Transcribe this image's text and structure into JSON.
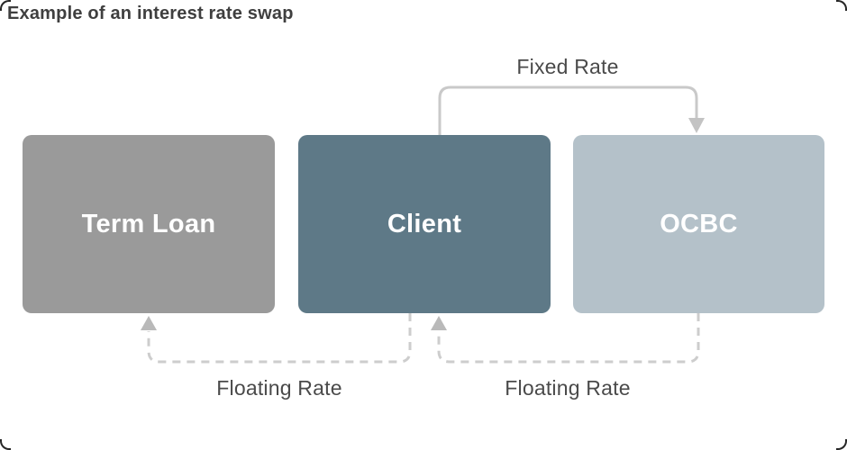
{
  "title": "Example of an interest rate swap",
  "colors": {
    "background": "#ffffff",
    "title_text": "#3f3f3f",
    "box_label_text": "#ffffff",
    "arrow_label_text": "#4a4a4a",
    "solid_arrow_line": "#c9c9c9",
    "dashed_arrow_line": "#cdcdcd",
    "arrowhead": "#bcbcbc",
    "term_loan_box_fill": "#9a9a9a",
    "client_box_fill": "#5e7987",
    "ocbc_box_fill": "#b4c1c9"
  },
  "diagram": {
    "boxes": [
      {
        "id": "term-loan",
        "label": "Term Loan",
        "fill": "#9a9a9a"
      },
      {
        "id": "client",
        "label": "Client",
        "fill": "#5e7987"
      },
      {
        "id": "ocbc",
        "label": "OCBC",
        "fill": "#b4c1c9"
      }
    ],
    "arrows": [
      {
        "id": "fixed-rate",
        "label": "Fixed Rate",
        "from": "Client",
        "to": "OCBC",
        "line_style": "solid",
        "route": "over-top"
      },
      {
        "id": "floating-rate-left",
        "label": "Floating Rate",
        "from": "Client",
        "to": "Term Loan",
        "line_style": "dashed",
        "route": "under-bottom"
      },
      {
        "id": "floating-rate-right",
        "label": "Floating Rate",
        "from": "OCBC",
        "to": "Client",
        "line_style": "dashed",
        "route": "under-bottom"
      }
    ]
  }
}
